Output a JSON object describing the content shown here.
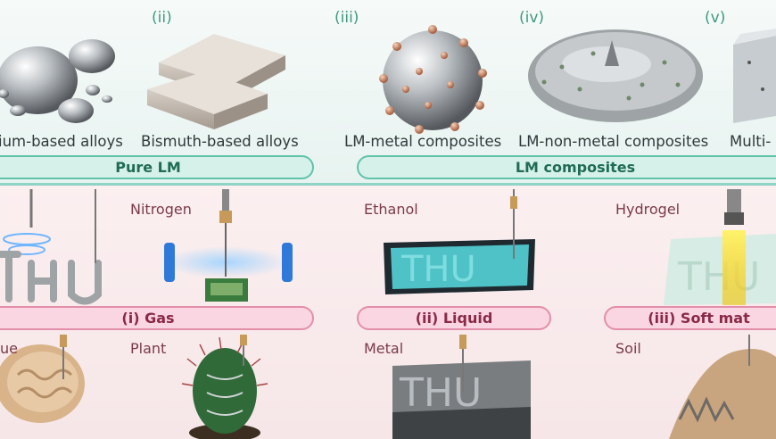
{
  "top": {
    "roman_labels": [
      "(ii)",
      "(iii)",
      "(iv)",
      "(v)"
    ],
    "captions": [
      "ium-based alloys",
      "Bismuth-based alloys",
      "LM-metal composites",
      "LM-non-metal composites",
      "Multi-"
    ],
    "groups": [
      "Pure LM",
      "LM composites"
    ]
  },
  "bottom": {
    "environments": [
      "Nitrogen",
      "Ethanol",
      "Hydrogel",
      "ue",
      "Plant",
      "Metal",
      "Soil"
    ],
    "categories": [
      "(i) Gas",
      "(ii) Liquid",
      "(iii) Soft mat"
    ],
    "substrate_text": "THU"
  },
  "colors": {
    "teal_accent": "#5fc3aa",
    "pink_accent": "#e38fa9",
    "roman_green": "#3e9a7f"
  }
}
